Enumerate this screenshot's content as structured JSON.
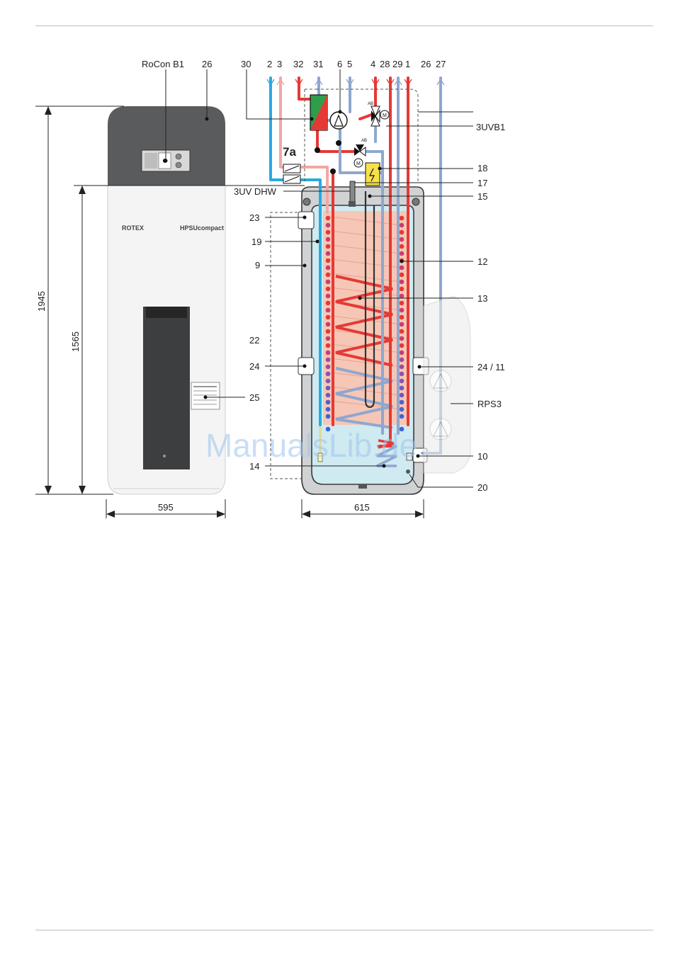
{
  "labels": {
    "rocon": "RoCon B1",
    "n26a": "26",
    "n30": "30",
    "n2": "2",
    "n3": "3",
    "n32": "32",
    "n31": "31",
    "n6": "6",
    "n5": "5",
    "n4": "4",
    "n28": "28",
    "n29": "29",
    "n1": "1",
    "n26b": "26",
    "n27": "27",
    "uvb1": "3UVB1",
    "n7a": "7a",
    "n18": "18",
    "n17": "17",
    "uvdhw": "3UV DHW",
    "n15": "15",
    "n23": "23",
    "n19": "19",
    "n9": "9",
    "n12": "12",
    "n13": "13",
    "n22": "22",
    "n24": "24",
    "n2411": "24 / 11",
    "n25": "25",
    "rps3": "RPS3",
    "n10": "10",
    "n14": "14",
    "n20": "20"
  },
  "dimensions": {
    "height_total": "1945",
    "height_body": "1565",
    "width_front": "595",
    "width_side": "615"
  },
  "watermark": "ManualsLib.de",
  "colors": {
    "hot": "#e53935",
    "hot_light": "#f4a7a2",
    "cold": "#29a9e1",
    "return": "#8fa7cf",
    "housing": "#595b5d",
    "tank_wall": "#d0d2d4",
    "water": "#cfeaf0",
    "hot_zone": "#f6c7b6"
  }
}
